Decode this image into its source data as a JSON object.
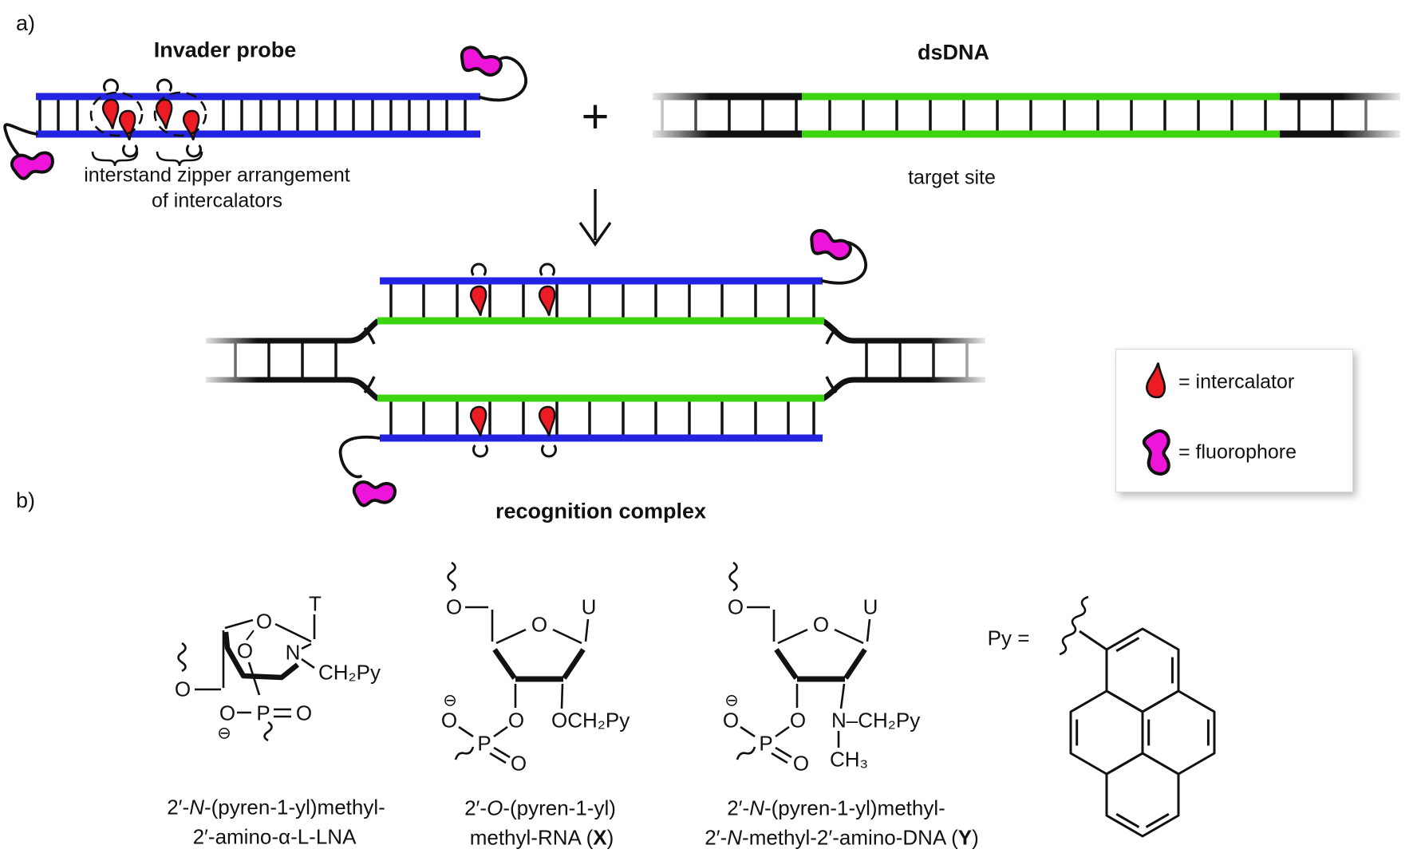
{
  "panel_a": {
    "label": "a)",
    "invader_title": "Invader probe",
    "plus": "+",
    "dsdna_title": "dsDNA",
    "caption_line1": "interstand zipper arrangement",
    "caption_line2": "of intercalators",
    "target_caption": "target site",
    "complex_caption": "recognition complex",
    "legend": {
      "intercalator": "= intercalator",
      "fluorophore": "= fluorophore"
    }
  },
  "panel_b": {
    "label": "b)",
    "py_label": "Py =",
    "structures": [
      {
        "atoms": {
          "o5": "O",
          "o_top": "O",
          "o_inner": "O",
          "n": "N",
          "t": "T",
          "ch2py": "CH₂Py",
          "o_left": "O",
          "p": "P",
          "o_right": "O",
          "charge": "⊖"
        },
        "caption1": [
          {
            "t": "2′-"
          },
          {
            "t": "N",
            "i": true
          },
          {
            "t": "-(pyren-1-yl)methyl-"
          }
        ],
        "caption2": [
          {
            "t": "2′-amino-α-L-LNA"
          }
        ]
      },
      {
        "atoms": {
          "o5": "O",
          "o_ring": "O",
          "u": "U",
          "charge": "⊖",
          "o_left": "O",
          "o3": "O",
          "p": "P",
          "o_dbl": "O",
          "och2py": "OCH₂Py"
        },
        "caption1": [
          {
            "t": "2′-"
          },
          {
            "t": "O",
            "i": true
          },
          {
            "t": "-(pyren-1-yl)"
          }
        ],
        "caption2": [
          {
            "t": "methyl-RNA ("
          },
          {
            "t": "X",
            "b": true
          },
          {
            "t": ")"
          }
        ]
      },
      {
        "atoms": {
          "o5": "O",
          "o_ring": "O",
          "u": "U",
          "charge": "⊖",
          "o_left": "O",
          "o3": "O",
          "p": "P",
          "o_dbl": "O",
          "nch2py": "N–CH₂Py",
          "ch3": "CH₃"
        },
        "caption1": [
          {
            "t": "2′-"
          },
          {
            "t": "N",
            "i": true
          },
          {
            "t": "-(pyren-1-yl)methyl-"
          }
        ],
        "caption2": [
          {
            "t": "2′-"
          },
          {
            "t": "N",
            "i": true
          },
          {
            "t": "-methyl-2′-amino-DNA ("
          },
          {
            "t": "Y",
            "b": true
          },
          {
            "t": ")"
          }
        ]
      }
    ]
  },
  "colors": {
    "probe_strand": "#2424e0",
    "target_strand": "#3cd40e",
    "intercalator": "#ed1c24",
    "fluorophore": "#ef14da"
  }
}
